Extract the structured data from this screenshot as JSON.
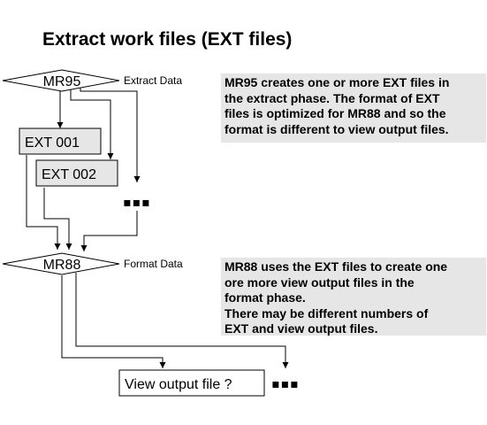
{
  "title": "Extract work files (EXT files)",
  "nodes": {
    "mr95": {
      "label": "MR95",
      "caption": "Extract Data"
    },
    "ext1": {
      "label": "EXT 001"
    },
    "ext2": {
      "label": "EXT 002"
    },
    "ellipsis_upper": {
      "label": "▪▪▪"
    },
    "mr88": {
      "label": "MR88",
      "caption": "Format Data"
    },
    "view_output": {
      "label": "View output file ?"
    },
    "ellipsis_lower": {
      "label": "▪▪▪"
    }
  },
  "notes": {
    "extract_phase": [
      "MR95 creates one or more EXT files in",
      "the extract phase.  The format of EXT",
      "files is optimized for MR88 and so the",
      "format is different to view output files."
    ],
    "format_phase": [
      "MR88 uses the EXT files to create one",
      "ore more view output files in the",
      "format phase.",
      "There may be different numbers of",
      "EXT and view output files."
    ]
  },
  "colors": {
    "box_fill": "#e6e6e6",
    "stroke": "#000000",
    "background": "#ffffff"
  }
}
